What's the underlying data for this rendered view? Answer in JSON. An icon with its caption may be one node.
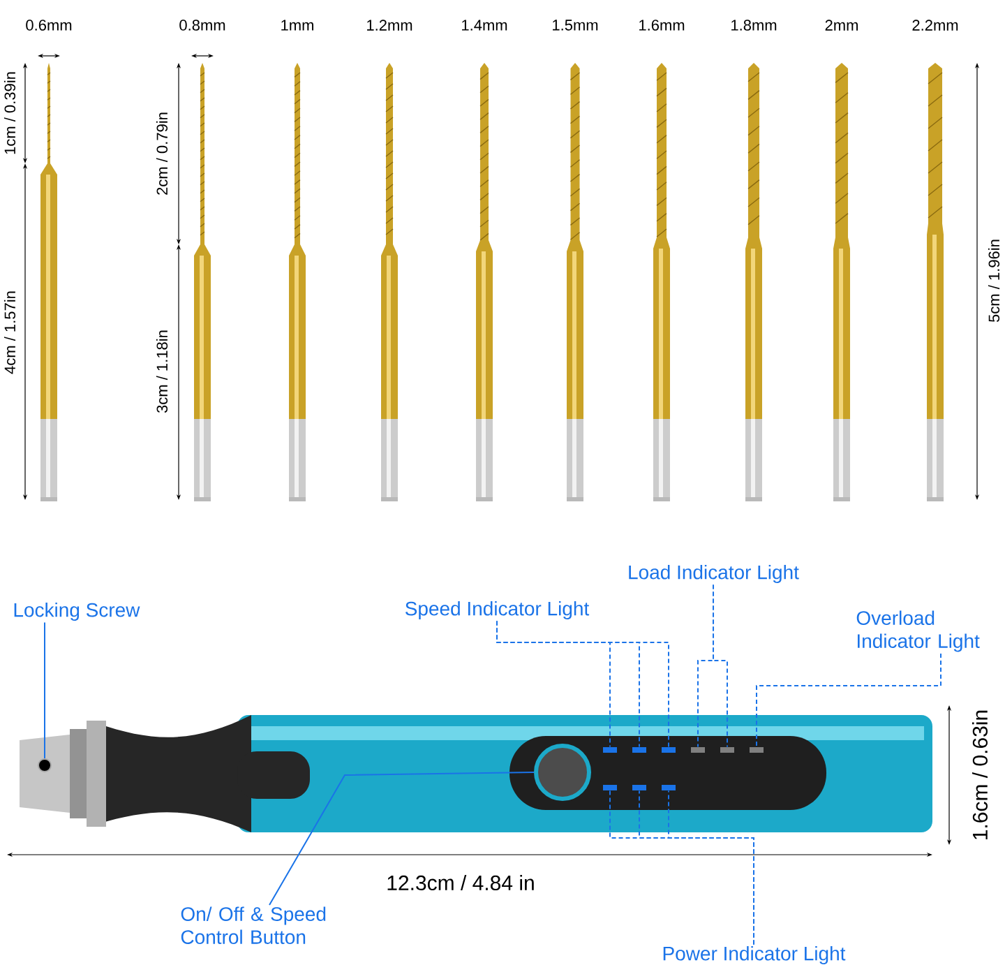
{
  "diagram": {
    "nodes": [
      {
        "text": [
          "Locking Screw"
        ]
      },
      {
        "text": [],
        "shape": "circle"
      },
      {
        "text": [
          "Speed Indicator Light"
        ]
      },
      {
        "text": [],
        "shape": "bar"
      },
      {
        "text": [],
        "shape": "bar"
      },
      {
        "text": [],
        "shape": "bar"
      },
      {
        "text": [
          "Load Indicator Light"
        ]
      },
      {
        "text": [],
        "shape": "bar"
      },
      {
        "text": [],
        "shape": "bar"
      },
      {
        "text": [
          "Overload Indicator Light"
        ]
      },
      {
        "text": [],
        "shape": "bar"
      },
      {
        "text": [
          "On/ Off & Speed Control Button"
        ]
      },
      {
        "text": [],
        "shape": "circle"
      },
      {
        "text": [
          "Power Indicator Light"
        ]
      },
      {
        "text": [],
        "shape": "bar"
      },
      {
        "text": [],
        "shape": "bar"
      },
      {
        "text": [],
        "shape": "bar"
      }
    ],
    "edges": [
      {
        "from": 0,
        "to": 1,
        "arrow": "none"
      },
      {
        "from": 2,
        "to": 3,
        "arrow": "none",
        "style": "dashed"
      },
      {
        "from": 2,
        "to": 4,
        "arrow": "none",
        "style": "dashed"
      },
      {
        "from": 2,
        "to": 5,
        "arrow": "none",
        "style": "dashed"
      },
      {
        "from": 6,
        "to": 7,
        "arrow": "none",
        "style": "dashed"
      },
      {
        "from": 6,
        "to": 8,
        "arrow": "none",
        "style": "dashed"
      },
      {
        "from": 9,
        "to": 10,
        "arrow": "none",
        "style": "dashed"
      },
      {
        "from": 11,
        "to": 12,
        "arrow": "none"
      },
      {
        "from": 13,
        "to": 14,
        "arrow": "none",
        "style": "dashed"
      },
      {
        "from": 13,
        "to": 15,
        "arrow": "none",
        "style": "dashed"
      },
      {
        "from": 13,
        "to": 16,
        "arrow": "none",
        "style": "dashed"
      }
    ],
    "labels": [
      "0.6mm",
      "0.8mm",
      "1mm",
      "1.2mm",
      "1.4mm",
      "1.5mm",
      "1.6mm",
      "1.8mm",
      "2mm",
      "2.2mm",
      "1cm / 0.39in",
      "2cm / 0.79in",
      "4cm / 1.57in",
      "3cm / 1.18in",
      "5cm / 1.96in",
      "12.3cm / 4.84 in",
      "1.6cm / 0.63in"
    ]
  }
}
